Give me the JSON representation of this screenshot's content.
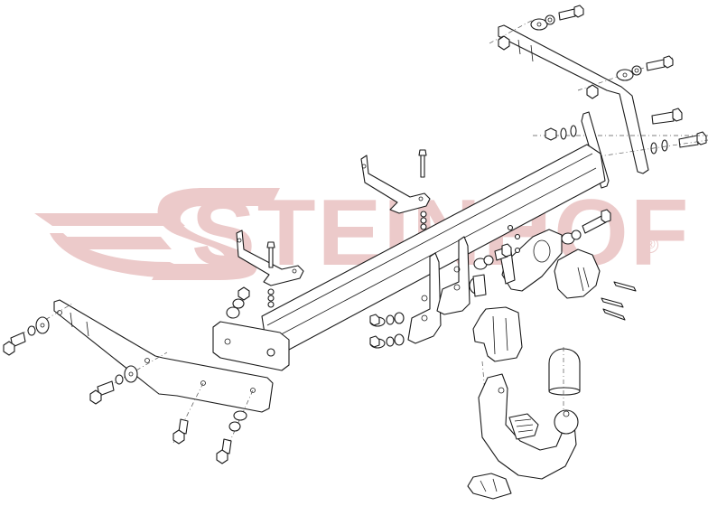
{
  "diagram": {
    "type": "exploded-assembly",
    "subject": "detachable tow bar kit",
    "watermark": {
      "text": "STEINHOF",
      "registered_mark": "®",
      "color": "#eccaca"
    },
    "line_color": "#1a1a1a",
    "background": "#ffffff",
    "components": [
      {
        "id": "right-side-bracket",
        "label": "Right side bracket arm"
      },
      {
        "id": "left-side-bracket",
        "label": "Left side bracket arm"
      },
      {
        "id": "cross-beam",
        "label": "Main cross beam"
      },
      {
        "id": "support-bracket-1",
        "label": "L support bracket (upper)"
      },
      {
        "id": "support-bracket-2",
        "label": "L support bracket (lower)"
      },
      {
        "id": "mount-plates",
        "label": "Center mounting plates"
      },
      {
        "id": "pivot-housing",
        "label": "Pivot/lock housing"
      },
      {
        "id": "socket-housing",
        "label": "Electrical socket housing"
      },
      {
        "id": "receiver-block",
        "label": "Receiver block"
      },
      {
        "id": "tow-ball-neck",
        "label": "Detachable swan-neck tow ball"
      },
      {
        "id": "ball-cap",
        "label": "Tow ball cap"
      },
      {
        "id": "socket-cover",
        "label": "Socket cover clip"
      },
      {
        "id": "fasteners",
        "label": "Bolts, washers and nuts"
      }
    ]
  }
}
